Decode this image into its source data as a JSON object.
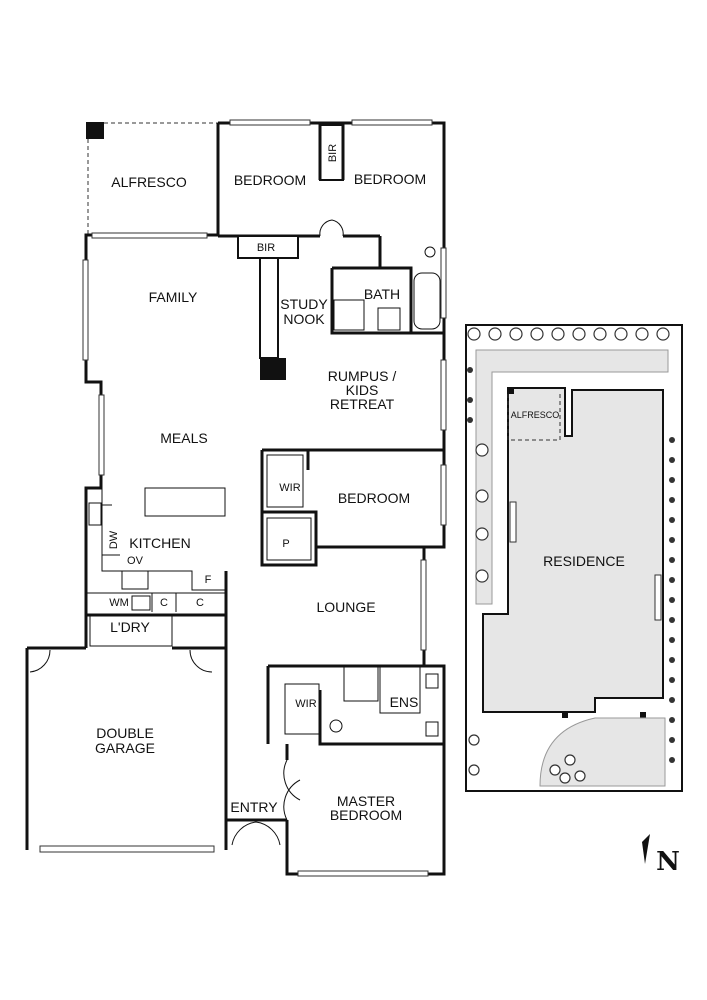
{
  "floor_plan": {
    "rooms": {
      "alfresco": "ALFRESCO",
      "bedroom_left": "BEDROOM",
      "bedroom_right": "BEDROOM",
      "bir_top": "BIR",
      "bir_hall": "BIR",
      "family": "FAMILY",
      "study_nook_1": "STUDY",
      "study_nook_2": "NOOK",
      "bath": "BATH",
      "rumpus_1": "RUMPUS /",
      "rumpus_2": "KIDS",
      "rumpus_3": "RETREAT",
      "meals": "MEALS",
      "wir_mid": "WIR",
      "bedroom_mid": "BEDROOM",
      "pantry": "P",
      "dw": "DW",
      "kitchen": "KITCHEN",
      "ov": "OV",
      "fridge": "F",
      "wm": "WM",
      "cupboard_1": "C",
      "cupboard_2": "C",
      "lounge": "LOUNGE",
      "laundry": "L'DRY",
      "garage_1": "DOUBLE",
      "garage_2": "GARAGE",
      "wir_master": "WIR",
      "ens": "ENS",
      "entry": "ENTRY",
      "master_1": "MASTER",
      "master_2": "BEDROOM"
    }
  },
  "site_plan": {
    "alfresco": "ALFRESCO",
    "residence": "RESIDENCE"
  },
  "compass": {
    "label": "N",
    "icon": "north-arrow-icon"
  }
}
